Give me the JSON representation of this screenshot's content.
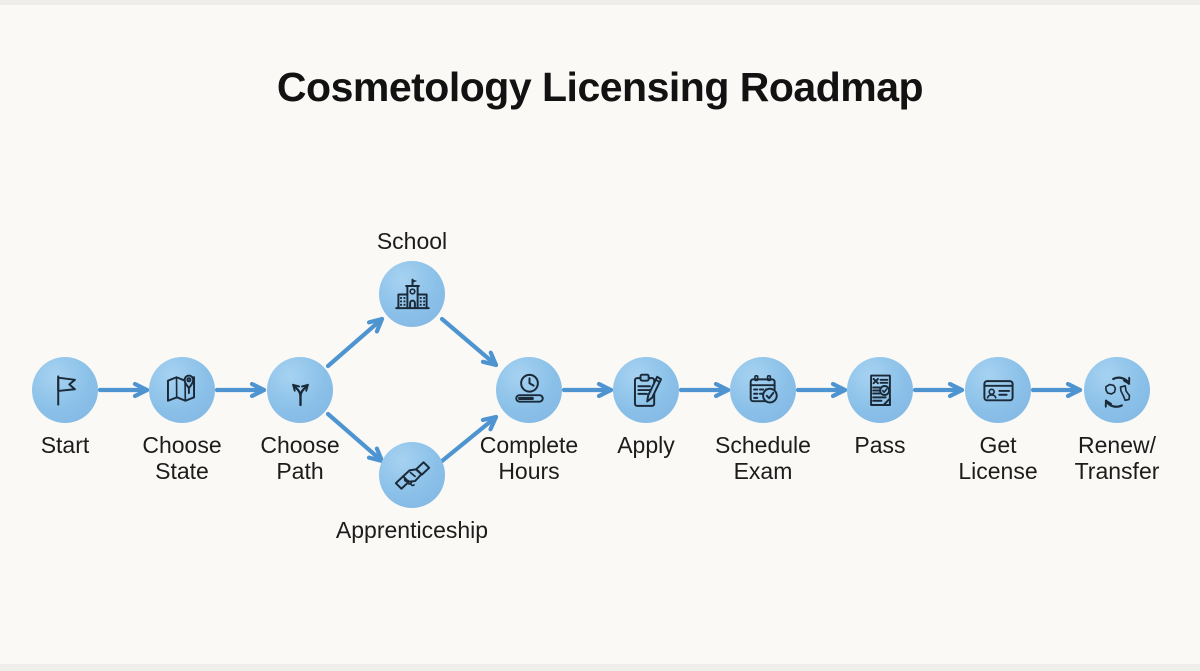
{
  "title": "Cosmetology Licensing Roadmap",
  "colors": {
    "background": "#faf9f6",
    "node_fill": "#8ac0e8",
    "arrow": "#4e94d0",
    "icon_stroke": "#1b2a38",
    "text": "#1c1c1c"
  },
  "nodes": [
    {
      "id": "start",
      "icon": "flag-icon",
      "lines": [
        "Start"
      ]
    },
    {
      "id": "choose-state",
      "icon": "map-pin-icon",
      "lines": [
        "Choose",
        "State"
      ]
    },
    {
      "id": "choose-path",
      "icon": "fork-path-icon",
      "lines": [
        "Choose",
        "Path"
      ]
    },
    {
      "id": "school",
      "icon": "school-building-icon",
      "lines": [
        "School"
      ]
    },
    {
      "id": "apprenticeship",
      "icon": "handshake-icon",
      "lines": [
        "Apprenticeship"
      ]
    },
    {
      "id": "complete-hours",
      "icon": "clock-progress-icon",
      "lines": [
        "Complete",
        "Hours"
      ]
    },
    {
      "id": "apply",
      "icon": "clipboard-pencil-icon",
      "lines": [
        "Apply"
      ]
    },
    {
      "id": "schedule-exam",
      "icon": "calendar-check-icon",
      "lines": [
        "Schedule",
        "Exam"
      ]
    },
    {
      "id": "pass",
      "icon": "exam-result-icon",
      "lines": [
        "Pass"
      ]
    },
    {
      "id": "get-license",
      "icon": "id-card-icon",
      "lines": [
        "Get",
        "License"
      ]
    },
    {
      "id": "renew-transfer",
      "icon": "renew-transfer-icon",
      "lines": [
        "Renew/",
        "Transfer"
      ]
    }
  ],
  "edges": [
    {
      "from": "start",
      "to": "choose-state"
    },
    {
      "from": "choose-state",
      "to": "choose-path"
    },
    {
      "from": "choose-path",
      "to": "school"
    },
    {
      "from": "choose-path",
      "to": "apprenticeship"
    },
    {
      "from": "school",
      "to": "complete-hours"
    },
    {
      "from": "apprenticeship",
      "to": "complete-hours"
    },
    {
      "from": "complete-hours",
      "to": "apply"
    },
    {
      "from": "apply",
      "to": "schedule-exam"
    },
    {
      "from": "schedule-exam",
      "to": "pass"
    },
    {
      "from": "pass",
      "to": "get-license"
    },
    {
      "from": "get-license",
      "to": "renew-transfer"
    }
  ],
  "complete_hours_progress": 0.6
}
